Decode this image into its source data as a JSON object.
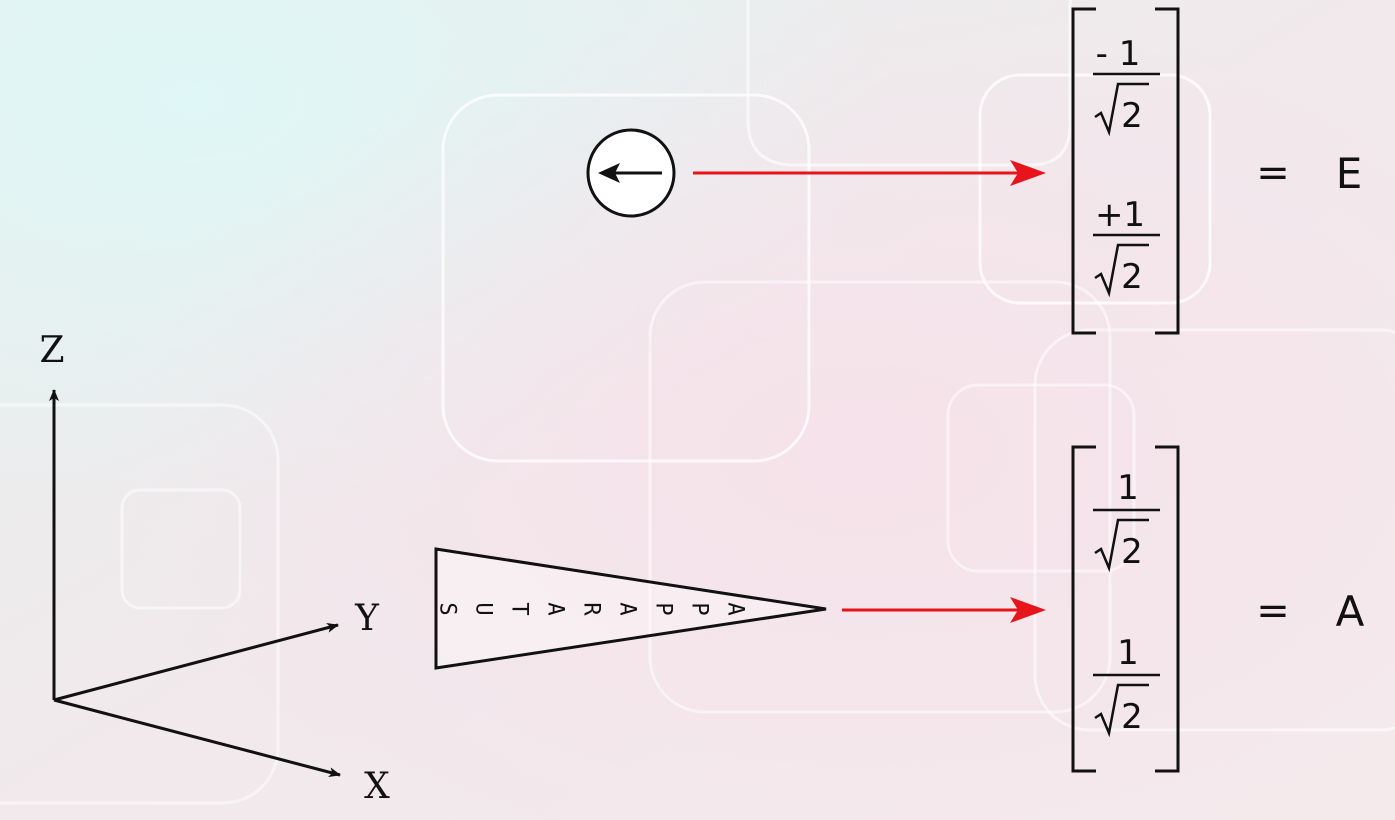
{
  "axes": {
    "z_label": "Z",
    "y_label": "Y",
    "x_label": "X"
  },
  "apparatus": {
    "letters": [
      "A",
      "P",
      "P",
      "A",
      "R",
      "A",
      "T",
      "U",
      "S"
    ]
  },
  "top_vector": {
    "numerators": [
      "- 1",
      "+1"
    ],
    "radicand": "2",
    "equals": "=",
    "name": "E",
    "icon": "left-arrow-circle-icon"
  },
  "bottom_vector": {
    "numerators": [
      "1",
      "1"
    ],
    "radicand": "2",
    "equals": "=",
    "name": "A"
  },
  "colors": {
    "arrow_red": "#e8141c",
    "ink": "#111111"
  }
}
